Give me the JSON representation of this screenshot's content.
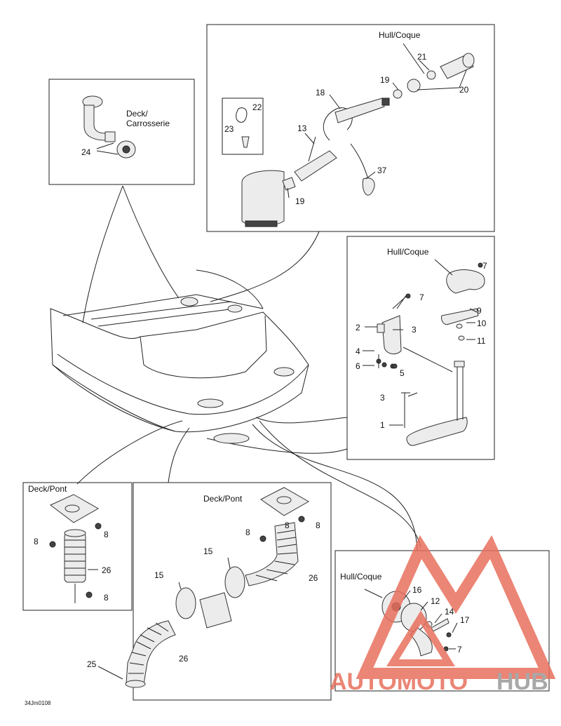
{
  "callouts": {
    "c1": "1",
    "c2": "2",
    "c3": "3",
    "c3b": "3",
    "c4": "4",
    "c5": "5",
    "c6": "6",
    "c7a": "7",
    "c7b": "7",
    "c7c": "7",
    "c8a": "8",
    "c8b": "8",
    "c8c": "8",
    "c8d": "8",
    "c8e": "8",
    "c9": "9",
    "c10": "10",
    "c11": "11",
    "c12": "12",
    "c13": "13",
    "c14": "14",
    "c15a": "15",
    "c15b": "15",
    "c16": "16",
    "c17": "17",
    "c18": "18",
    "c19a": "19",
    "c19b": "19",
    "c20": "20",
    "c21": "21",
    "c22": "22",
    "c23": "23",
    "c24": "24",
    "c25": "25",
    "c26a": "26",
    "c26b": "26",
    "c26c": "26",
    "c37": "37"
  },
  "labels": {
    "hull_top": "Hull/Coque",
    "hull_mid": "Hull/Coque",
    "hull_bottom": "Hull/Coque",
    "deck_line1": "Deck/",
    "deck_line2": "Carrosserie",
    "deck_pont_left": "Deck/Pont",
    "deck_pont_center": "Deck/Pont"
  },
  "figure_code": "34Jm0108",
  "watermark": {
    "text_red": "AUTOMOTO",
    "text_gray": "HUB",
    "color_red": "#e8705e",
    "color_gray": "#9a9a9a"
  }
}
